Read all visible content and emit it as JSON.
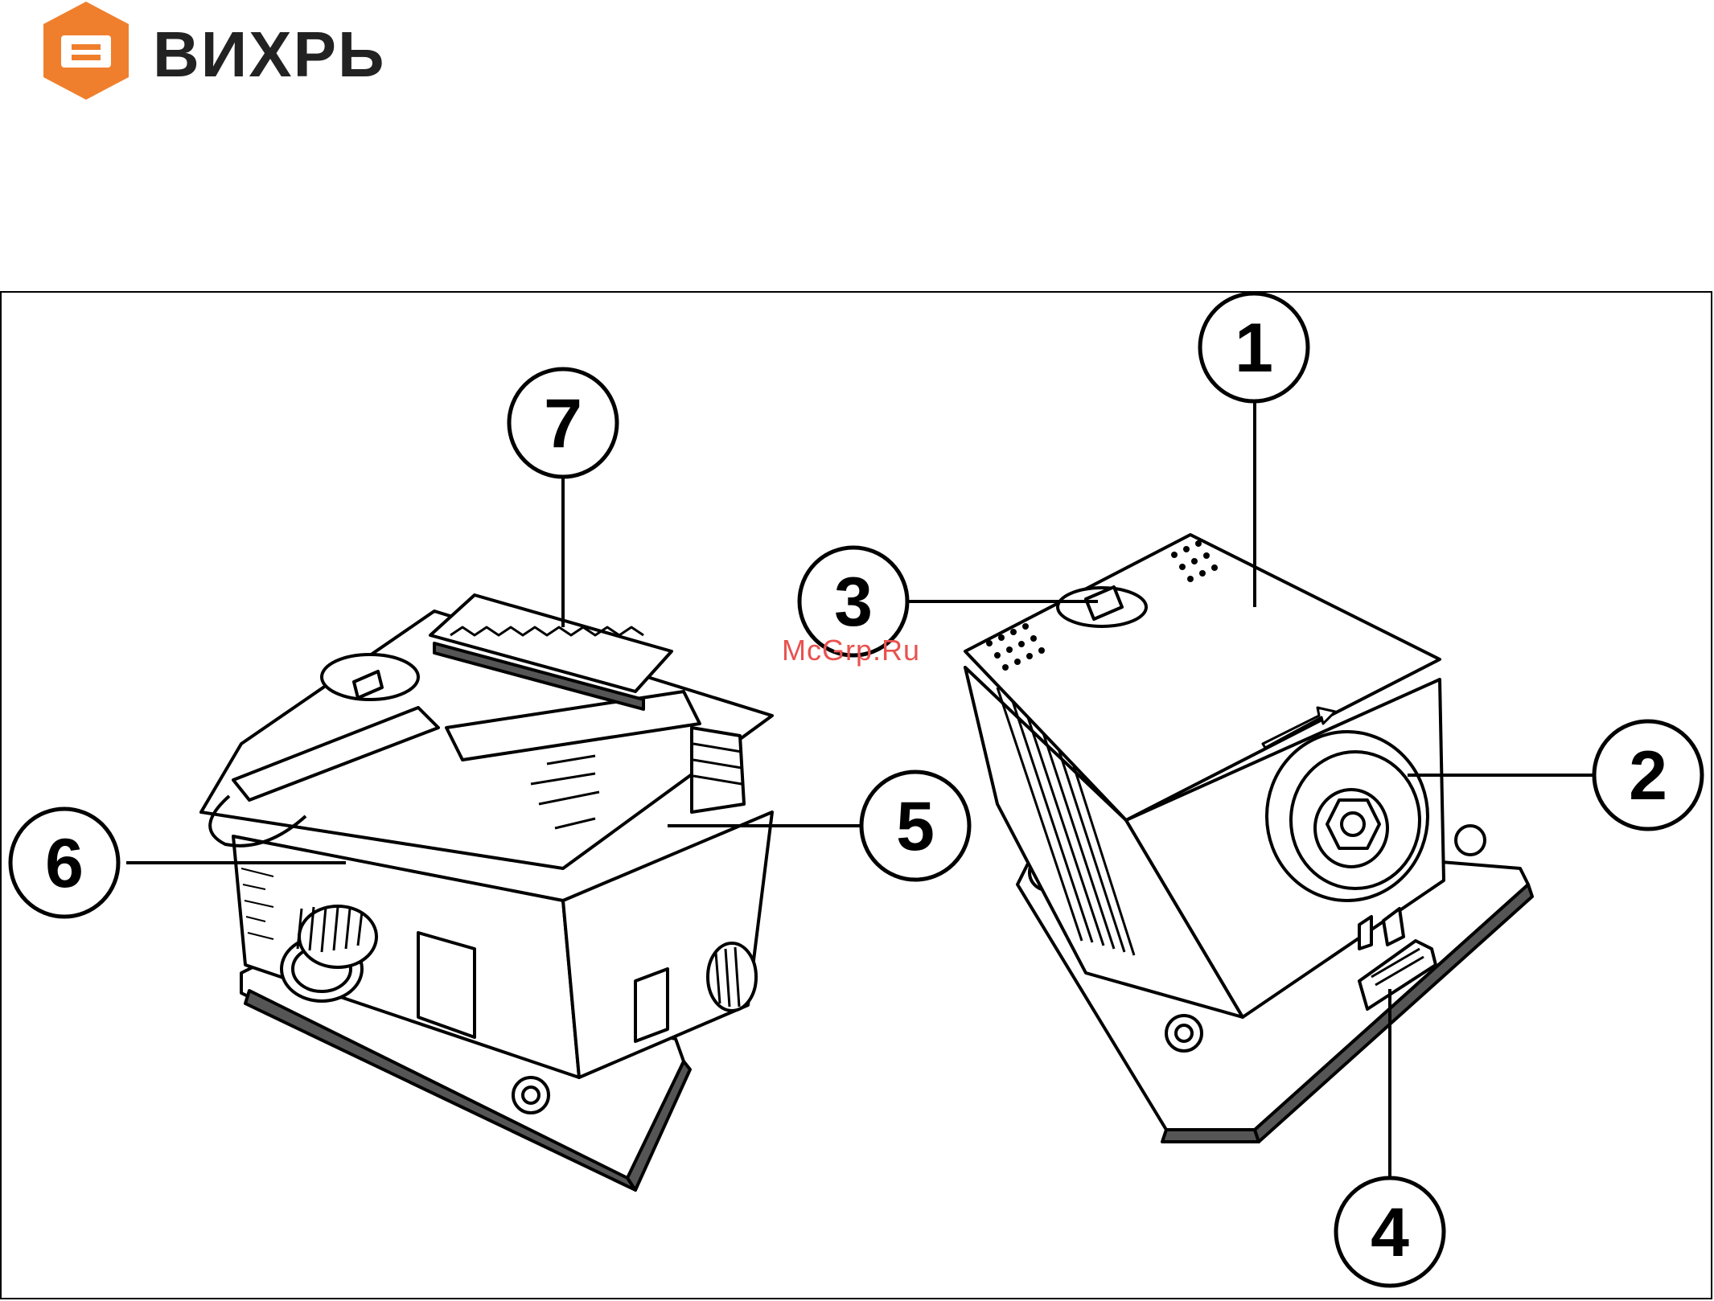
{
  "brand": {
    "name": "ВИХРЬ",
    "logo_color": "#f07f2d",
    "logo_icon": "hexagon-b-logo-icon"
  },
  "watermark": {
    "text": "McGrp.Ru",
    "color": "#e8524f"
  },
  "callouts": [
    {
      "id": "1",
      "label": "1"
    },
    {
      "id": "2",
      "label": "2"
    },
    {
      "id": "3",
      "label": "3"
    },
    {
      "id": "4",
      "label": "4"
    },
    {
      "id": "5",
      "label": "5"
    },
    {
      "id": "6",
      "label": "6"
    },
    {
      "id": "7",
      "label": "7"
    }
  ]
}
